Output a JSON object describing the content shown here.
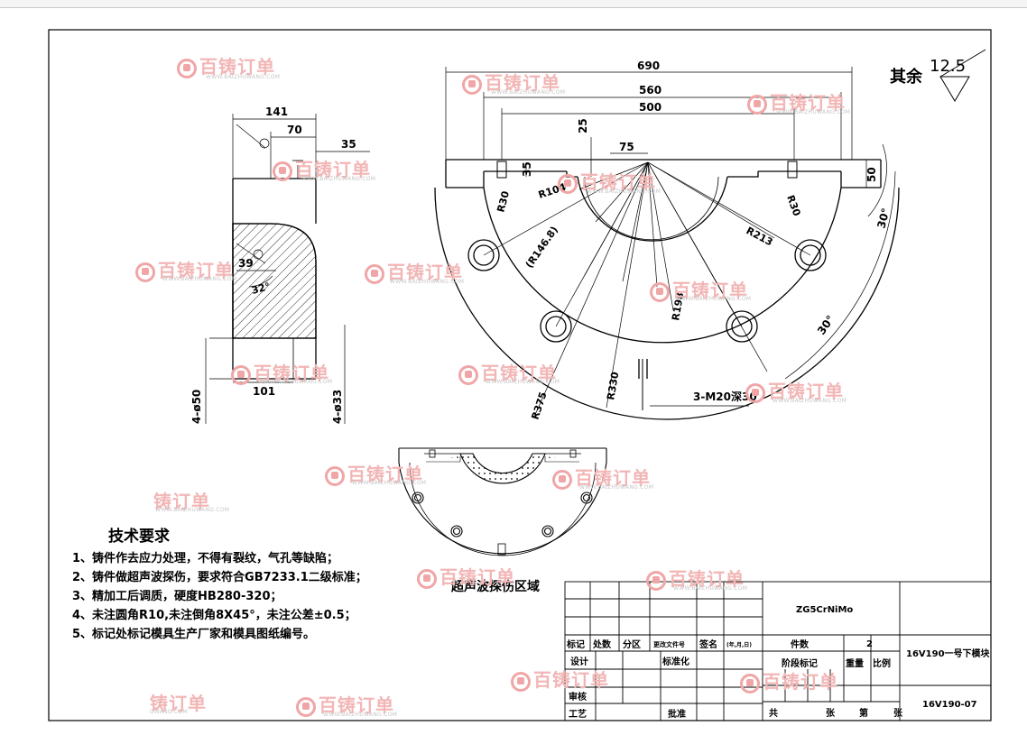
{
  "watermark": {
    "logo_text": "百铸订单",
    "url_text": "WWW.BAIZHUWANG.COM",
    "partial_logo": "铸订单",
    "partial_url": "UWANG.COM"
  },
  "surface_finish": {
    "label": "其余",
    "value": "12.5"
  },
  "dimensions": {
    "d690": "690",
    "d560": "560",
    "d500": "500",
    "d75": "75",
    "d25": "25",
    "d35a": "35",
    "d35b": "35",
    "d50": "50",
    "d30deg_a": "30°",
    "d30deg_b": "30°",
    "r30a": "R30",
    "r30b": "R30",
    "r104": "R104",
    "r146": "(R146.8)",
    "r213": "R213",
    "r198": "R198",
    "r330": "R330",
    "r375": "R375",
    "thread": "3-M20深30",
    "d141": "141",
    "d70": "70",
    "d39": "39",
    "d32deg": "32°",
    "d101": "101",
    "phi50": "4-ø50",
    "phi33": "4-ø33"
  },
  "inspection_label": "超声波探伤区域",
  "tech_req": {
    "title": "技术要求",
    "lines": [
      "1、铸件作去应力处理，不得有裂纹，气孔等缺陷；",
      "2、铸件做超声波探伤，要求符合GB7233.1二级标准；",
      "3、精加工后调质，硬度HB280-320；",
      "4、未注圆角R10,未注倒角8X45°，未注公差±0.5；",
      "5、标记处标记模具生产厂家和模具图纸编号。"
    ]
  },
  "title_block": {
    "material": "ZG5CrNiMo",
    "mark": "标记",
    "count": "处数",
    "zone": "分区",
    "change_doc": "更改文件号",
    "sign": "签名",
    "date": "(年,月,日)",
    "design": "设计",
    "standardize": "标准化",
    "review": "审核",
    "process": "工艺",
    "approve": "批准",
    "qty_label": "件数",
    "qty_value": "2",
    "stage_mark": "阶段标记",
    "weight": "重量",
    "scale": "比例",
    "total": "共",
    "sheet_unit_a": "张",
    "nth": "第",
    "sheet_unit_b": "张",
    "part_name": "16V190一号下模块",
    "drawing_no": "16V190-07"
  }
}
